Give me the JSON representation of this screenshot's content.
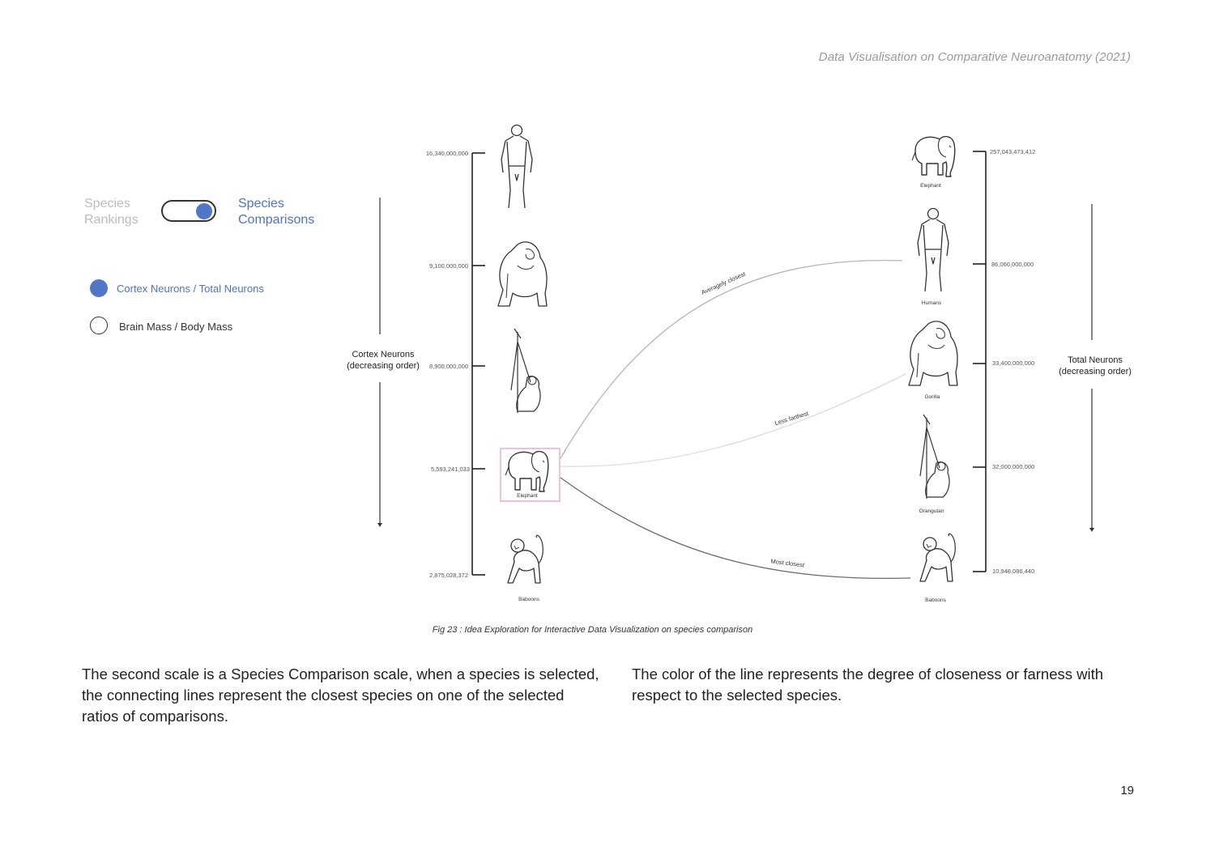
{
  "header": {
    "title": "Data Visualisation on Comparative Neuroanatomy (2021)"
  },
  "toggle": {
    "left_label": "Species Rankings",
    "right_label": "Species Comparisons",
    "state": "right"
  },
  "options": [
    {
      "label": "Cortex Neurons / Total Neurons",
      "selected": true
    },
    {
      "label": "Brain Mass / Body Mass",
      "selected": false
    }
  ],
  "figure": {
    "left_axis": {
      "label": "Cortex Neurons (decreasing order)",
      "ticks": [
        {
          "value": "16,340,000,000",
          "species": ""
        },
        {
          "value": "9,100,000,000",
          "species": ""
        },
        {
          "value": "8,900,000,000",
          "species": ""
        },
        {
          "value": "5,593,241,033",
          "species": "Elephant"
        },
        {
          "value": "2,875,028,372",
          "species": "Baboons"
        }
      ]
    },
    "right_axis": {
      "label": "Total Neurons (decreasing order)",
      "ticks": [
        {
          "value": "257,043,473,412",
          "species": "Elephant"
        },
        {
          "value": "86,060,000,000",
          "species": "Humans"
        },
        {
          "value": "33,400,000,000",
          "species": "Gorilla"
        },
        {
          "value": "32,000,000,000",
          "species": "Orangutan"
        },
        {
          "value": "10,948,086,440",
          "species": "Baboons"
        }
      ]
    },
    "selected_species": "Elephant",
    "connections": [
      {
        "label": "Averagely closest",
        "color": "#b5b5b5"
      },
      {
        "label": "Less farthest",
        "color": "#dcdcdc"
      },
      {
        "label": "Most closest",
        "color": "#6b6b6b"
      }
    ],
    "caption": "Fig 23 : Idea Exploration for Interactive Data Visualization on species comparison"
  },
  "paragraphs": [
    "The second scale is a Species Comparison scale, when a species is selected, the connecting lines represent the closest species on one of the selected ratios of comparisons.",
    "The color of the line represents the degree of closeness or farness with respect to the selected species."
  ],
  "page_number": "19",
  "colors": {
    "accent": "#5277c6",
    "selection_box": "#e6a9cf",
    "muted": "#9a9a9a"
  }
}
